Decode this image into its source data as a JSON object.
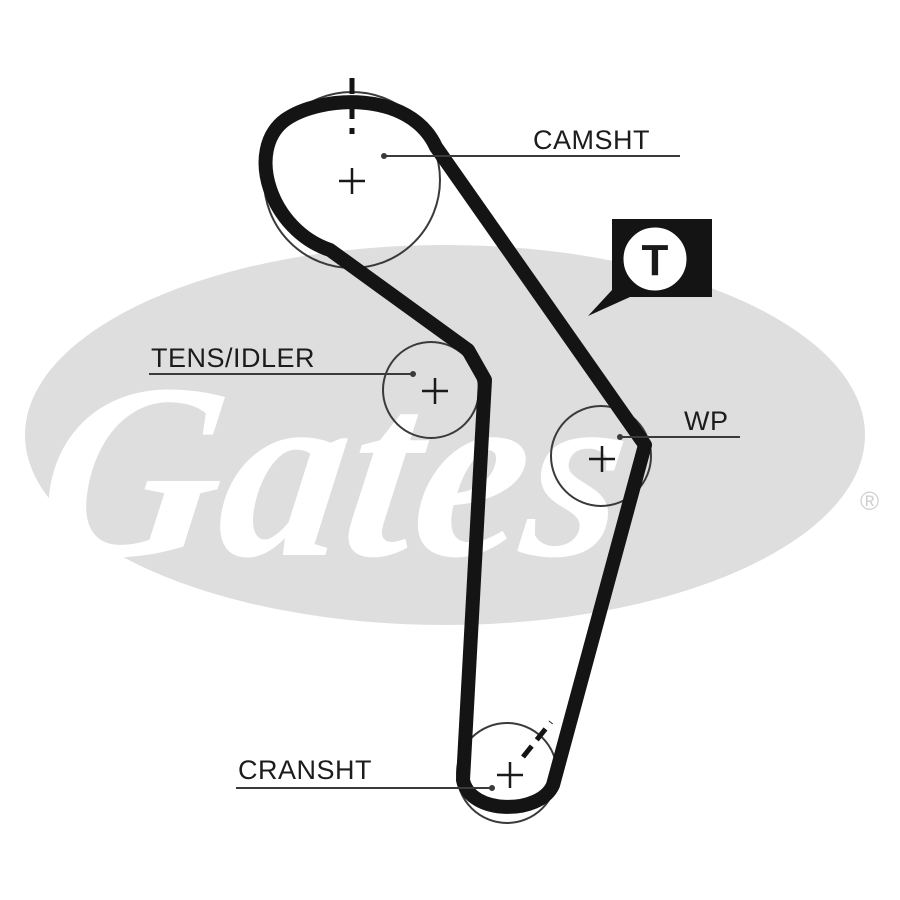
{
  "diagram": {
    "components": {
      "camshaft": {
        "label": "CAMSHT"
      },
      "tensioner_idler": {
        "label": "TENS/IDLER"
      },
      "water_pump": {
        "label": "WP"
      },
      "crankshaft": {
        "label": "CRANSHT"
      }
    },
    "tool_badge": {
      "letter": "T"
    },
    "watermark": {
      "brand": "Gates",
      "registered_mark": "®"
    },
    "colors": {
      "belt": "#141414",
      "pulley_outline": "#3a3a3a",
      "leader_line": "#3a3a3a",
      "watermark_fill": "#dedede",
      "background": "#ffffff"
    }
  }
}
